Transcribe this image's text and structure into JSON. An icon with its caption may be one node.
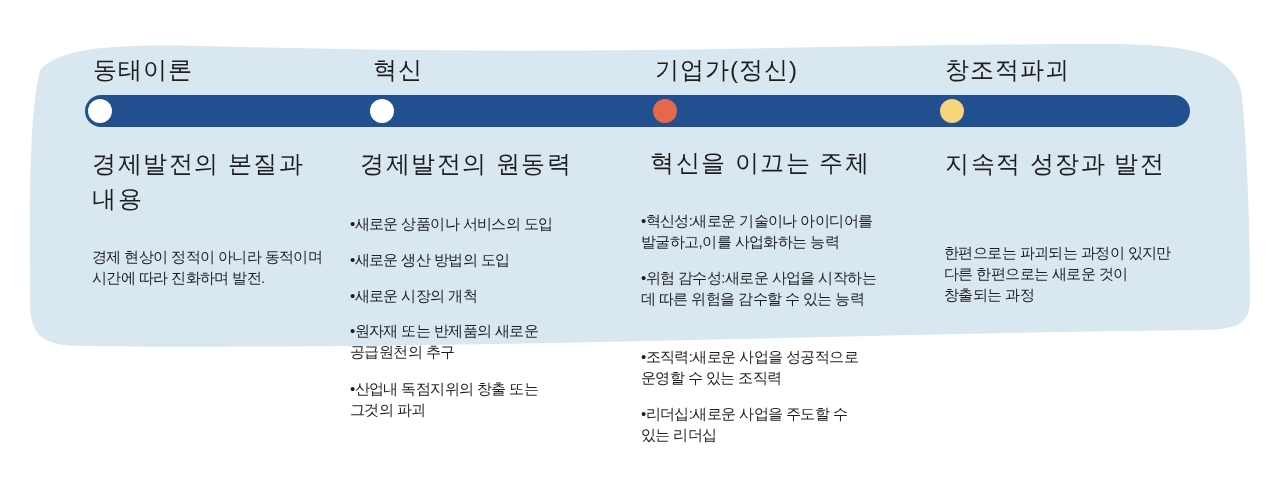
{
  "diagram": {
    "nodes": [
      {
        "text": [],
        "shape": "bar"
      },
      {
        "text": [],
        "shape": "circle",
        "in": 0,
        "beside": [
          "동태이론"
        ]
      },
      {
        "text": [],
        "shape": "circle",
        "in": 0,
        "beside": [
          "혁신"
        ]
      },
      {
        "text": [],
        "shape": "circle",
        "in": 0,
        "beside": [
          "기업가(정신)"
        ]
      },
      {
        "text": [],
        "shape": "circle",
        "in": 0,
        "beside": [
          "창조적파괴"
        ]
      }
    ],
    "labels": [
      "경제발전의 본질과 내용",
      "경제 현상이 정적이 아니라 동적이며 시간에 따라 진화하며 발전.",
      "경제발전의 원동력",
      "•새로운 상품이나 서비스의 도입",
      "•새로운 생산 방법의 도입",
      "•새로운 시장의 개척",
      "•원자재 또는 반제품의 새로운 공급원천의 추구",
      "•산업내 독점지위의 창출 또는 그것의 파괴",
      "혁신을 이끄는 주체",
      "•혁신성:새로운 기술이나 아이디어를 발굴하고,이를 사업화하는 능력",
      "•위험 감수성:새로운 사업을 시작하는 데 따른 위험을 감수할 수 있는 능력",
      "•조직력:새로운 사업을 성공적으로 운영할 수 있는 조직력",
      "•리더십:새로운 사업을 주도할 수 있는 리더십",
      "지속적 성장과 발전",
      "한편으로는 파괴되는 과정이 있지만 다른 한편으로는 새로운 것이 창출되는 과정"
    ]
  }
}
